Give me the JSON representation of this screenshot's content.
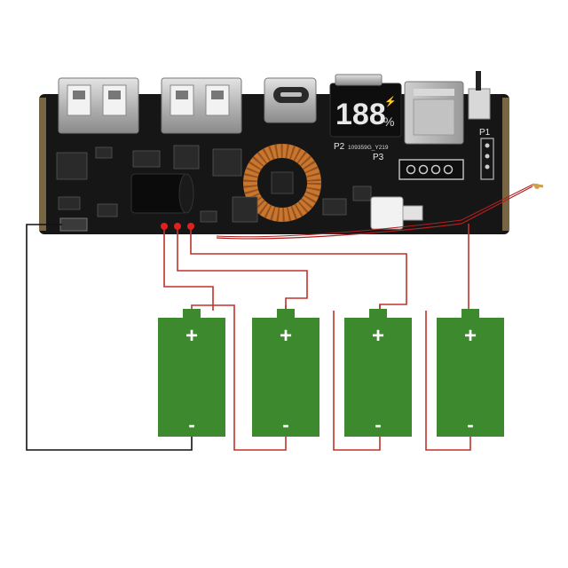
{
  "board": {
    "silk_p1": "P1",
    "silk_p2": "P2",
    "silk_p2_code": "109359G_Y219",
    "silk_p3": "P3",
    "display_digits": "188",
    "display_percent": "%",
    "display_bolt": "⚡"
  },
  "colors": {
    "pcb": "#161616",
    "battery": "#3d8a2e",
    "wire_red": "#c0322c",
    "wire_black": "#111111",
    "pad_red": "#e02020",
    "coil_copper": "#c9762e"
  },
  "batteries": [
    {
      "plus": "+",
      "minus": "-"
    },
    {
      "plus": "+",
      "minus": "-"
    },
    {
      "plus": "+",
      "minus": "-"
    },
    {
      "plus": "+",
      "minus": "-"
    }
  ]
}
